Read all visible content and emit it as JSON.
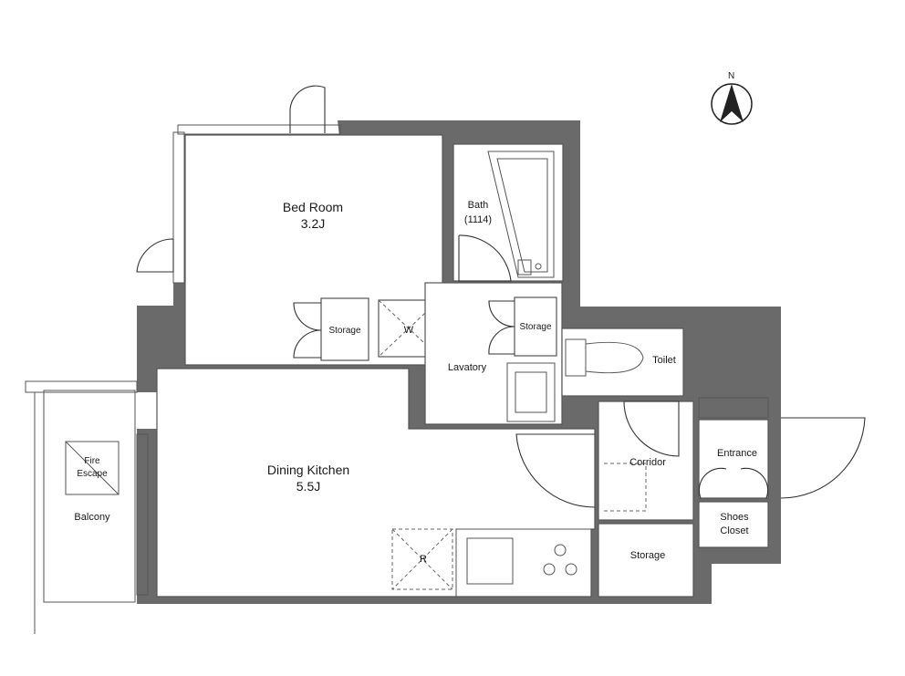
{
  "compass": {
    "letter": "N"
  },
  "rooms": {
    "bed_room": {
      "name": "Bed Room",
      "size": "3.2J"
    },
    "bath": {
      "name": "Bath",
      "size": "(1114)"
    },
    "storage_bed": {
      "name": "Storage"
    },
    "washer": {
      "name": "W"
    },
    "storage_lav": {
      "name": "Storage"
    },
    "lavatory": {
      "name": "Lavatory"
    },
    "toilet": {
      "name": "Toilet"
    },
    "dining_kitchen": {
      "name": "Dining Kitchen",
      "size": "5.5J"
    },
    "corridor": {
      "name": "Corridor"
    },
    "entrance": {
      "name": "Entrance"
    },
    "shoes_closet": {
      "line1": "Shoes",
      "line2": "Closet"
    },
    "storage_main": {
      "name": "Storage"
    },
    "refrigerator": {
      "name": "R"
    },
    "balcony": {
      "name": "Balcony"
    },
    "fire_escape": {
      "line1": "Fire",
      "line2": "Escape"
    }
  },
  "colors": {
    "wall": "#6a6a6a",
    "line": "#555555",
    "background": "#ffffff"
  }
}
